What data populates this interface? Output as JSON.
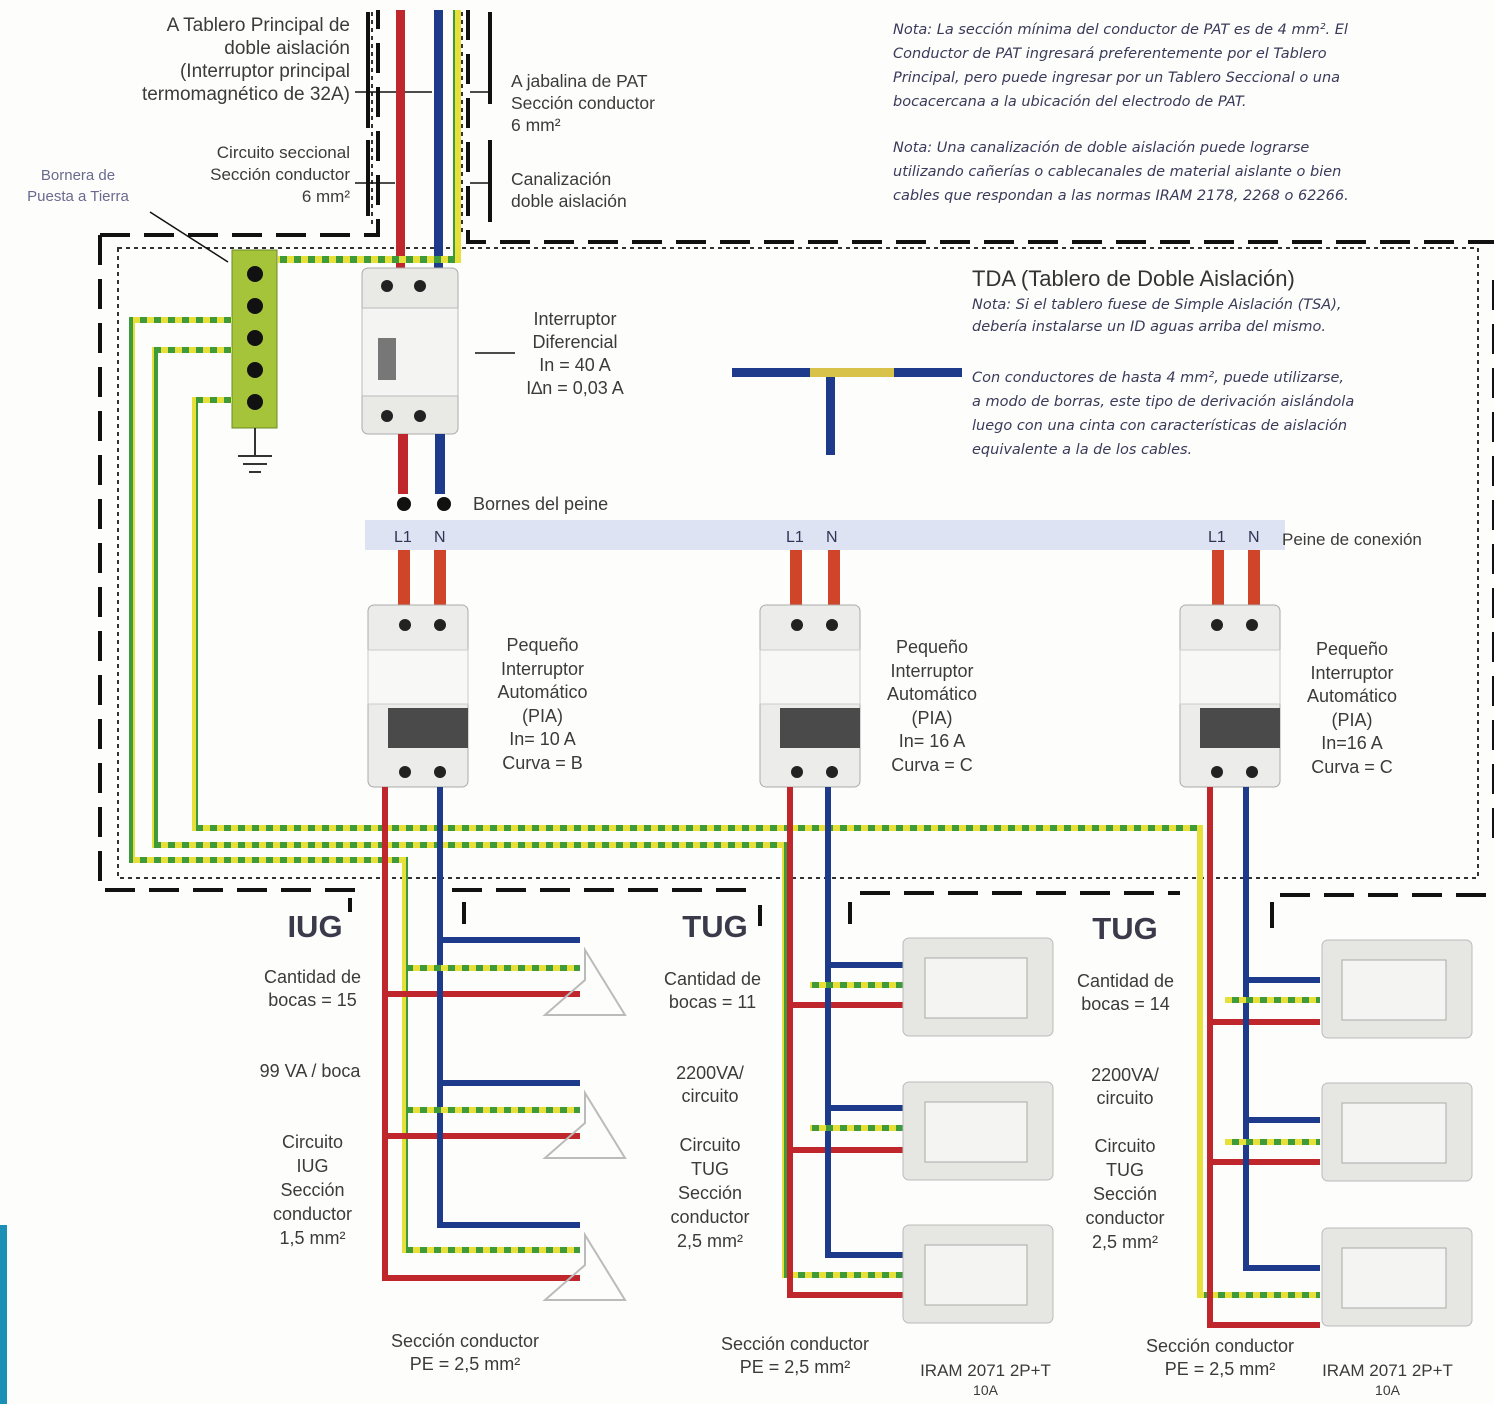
{
  "top_left": {
    "main_panel": [
      "A Tablero Principal de",
      "doble aislación",
      "(Interruptor principal",
      "termomagnético de 32A)"
    ],
    "seccional": [
      "Circuito seccional",
      "Sección conductor",
      "6 mm²"
    ],
    "bornera": [
      "Bornera de",
      "Puesta a Tierra"
    ]
  },
  "top_mid": {
    "jabalina": [
      "A jabalina de PAT",
      "Sección conductor",
      "6 mm²"
    ],
    "canalizacion": [
      "Canalización",
      "doble aislación"
    ]
  },
  "notes": {
    "note1": [
      "Nota: La sección mínima del conductor de PAT es de 4 mm². El",
      "Conductor de PAT ingresará preferentemente por el Tablero",
      "Principal, pero puede ingresar por un Tablero Seccional o una",
      "bocacercana a la ubicación del electrodo de PAT."
    ],
    "note2": [
      "Nota: Una canalización de doble aislación puede lograrse",
      "utilizando cañerías o cablecanales de material aislante o bien",
      "cables que respondan a las normas IRAM 2178, 2268 o 62266."
    ]
  },
  "tda": {
    "title": "TDA (Tablero de Doble Aislación)",
    "note": [
      "Nota: Si el tablero fuese de Simple Aislación (TSA),",
      "debería instalarse un ID aguas arriba del mismo."
    ],
    "derivation": [
      "Con conductores de hasta 4 mm², puede utilizarse,",
      "a modo de borras, este tipo de derivación aislándola",
      "luego con una cinta con características de aislación",
      "equivalente a la de los cables."
    ]
  },
  "differential": [
    "Interruptor",
    "Diferencial",
    "In = 40 A",
    "I∆n = 0,03 A"
  ],
  "bornes": "Bornes del peine",
  "comb": {
    "label": "Peine de conexión",
    "L1": "L1",
    "N": "N"
  },
  "pia": [
    [
      "Pequeño",
      "Interruptor",
      "Automático",
      "(PIA)",
      "In= 10 A",
      "Curva = B"
    ],
    [
      "Pequeño",
      "Interruptor",
      "Automático",
      "(PIA)",
      "In= 16 A",
      "Curva = C"
    ],
    [
      "Pequeño",
      "Interruptor",
      "Automático",
      "(PIA)",
      "In=16 A",
      "Curva = C"
    ]
  ],
  "circuits": [
    {
      "name": "IUG",
      "bocas": [
        "Cantidad de",
        "bocas = 15"
      ],
      "power": [
        "99 VA / boca"
      ],
      "section": [
        "Circuito",
        "IUG",
        "Sección",
        "conductor",
        "1,5 mm²"
      ],
      "pe": [
        "Sección conductor",
        "PE = 2,5 mm²"
      ]
    },
    {
      "name": "TUG",
      "bocas": [
        "Cantidad de",
        "bocas = 11"
      ],
      "power": [
        "2200VA/",
        "circuito"
      ],
      "section": [
        "Circuito",
        "TUG",
        "Sección",
        "conductor",
        "2,5 mm²"
      ],
      "pe": [
        "Sección conductor",
        "PE = 2,5 mm²"
      ],
      "iram": [
        "IRAM 2071 2P+T",
        "10A"
      ]
    },
    {
      "name": "TUG",
      "bocas": [
        "Cantidad de",
        "bocas = 14"
      ],
      "power": [
        "2200VA/",
        "circuito"
      ],
      "section": [
        "Circuito",
        "TUG",
        "Sección",
        "conductor",
        "2,5 mm²"
      ],
      "pe": [
        "Sección conductor",
        "PE = 2,5 mm²"
      ],
      "iram": [
        "IRAM 2071 2P+T",
        "10A"
      ]
    }
  ],
  "colors": {
    "phase": "#c0272d",
    "neutral": "#1e3a8a",
    "earth_yellow": "#e8e03a",
    "earth_green": "#3f9a3a",
    "comb": "#dde3f2"
  }
}
